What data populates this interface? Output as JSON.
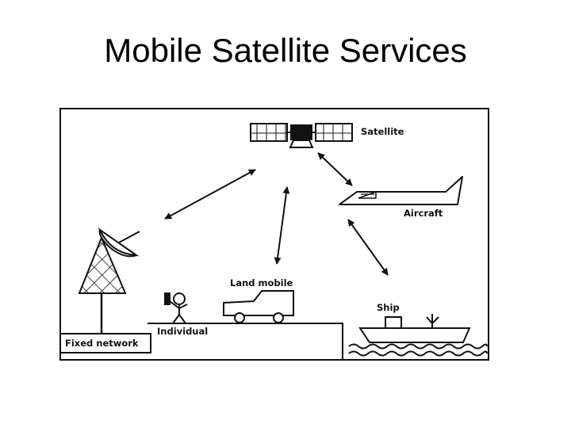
{
  "slide": {
    "title": "Mobile Satellite Services"
  },
  "diagram": {
    "labels": {
      "satellite": "Satellite",
      "aircraft": "Aircraft",
      "land_mobile": "Land mobile",
      "ship": "Ship",
      "individual": "Individual",
      "fixed_network": "Fixed network"
    },
    "colors": {
      "ink": "#111111",
      "background": "#ffffff"
    }
  }
}
